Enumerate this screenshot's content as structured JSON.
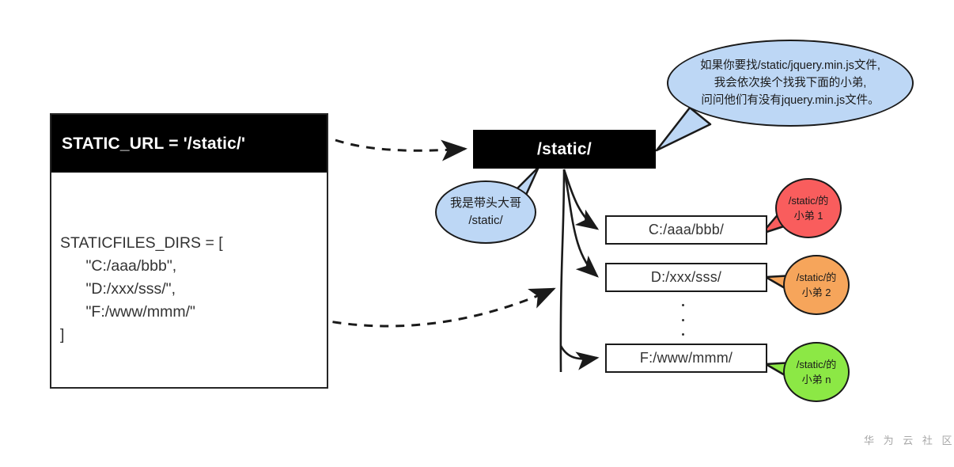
{
  "diagram": {
    "title": "Django STATIC_URL / STATICFILES_DIRS lookup diagram",
    "watermark": "华 为 云 社 区",
    "colors": {
      "bubble_blue": "#bdd7f5",
      "worker_red": "#f95d5d",
      "worker_orange": "#f6a55b",
      "worker_green": "#8ce845",
      "node_black": "#000000",
      "stroke": "#1a1a1a"
    }
  },
  "settings_panel": {
    "header_label": "STATIC_URL = '/static/'",
    "body_code": "STATICFILES_DIRS = [\n      \"C:/aaa/bbb\",\n      \"D:/xxx/sss/\",\n      \"F:/www/mmm/\"\n]"
  },
  "static_node": {
    "label": "/static/"
  },
  "dir_boxes": [
    {
      "label": "C:/aaa/bbb/"
    },
    {
      "label": "D:/xxx/sss/"
    },
    {
      "label": "F:/www/mmm/"
    }
  ],
  "ellipsis": "⋮",
  "bubbles": {
    "main": {
      "line1": "如果你要找/static/jquery.min.js文件,",
      "line2": "我会依次挨个找我下面的小弟,",
      "line3": "问问他们有没有jquery.min.js文件。"
    },
    "lead": {
      "line1": "我是带头大哥",
      "line2": "/static/"
    },
    "workers": [
      {
        "line1": "/static/的",
        "line2": "小弟 1"
      },
      {
        "line1": "/static/的",
        "line2": "小弟 2"
      },
      {
        "line1": "/static/的",
        "line2": "小弟 n"
      }
    ]
  }
}
